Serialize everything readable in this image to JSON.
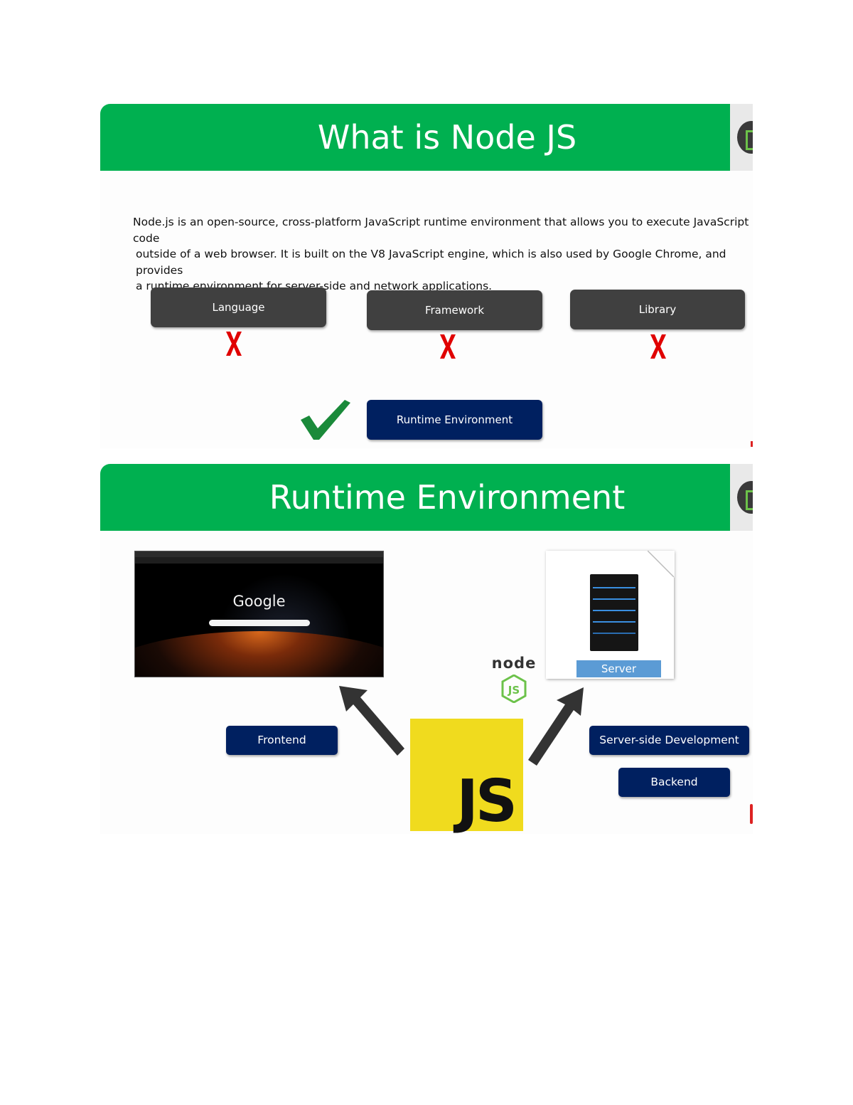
{
  "slide1": {
    "title": "What is Node JS",
    "description_lines": [
      "Node.js is an open-source, cross-platform JavaScript runtime environment that allows you to execute JavaScript code",
      "outside of a web browser. It is built on the V8 JavaScript engine, which is also used by Google Chrome, and provides",
      "a runtime environment for server-side and network applications."
    ],
    "options": [
      {
        "label": "Language",
        "mark": "x-mark-icon"
      },
      {
        "label": "Framework",
        "mark": "x-mark-icon"
      },
      {
        "label": "Library",
        "mark": "x-mark-icon"
      }
    ],
    "answer": {
      "label": "Runtime Environment",
      "mark": "check-mark-icon"
    }
  },
  "slide2": {
    "title": "Runtime Environment",
    "browser_logo_text": "Google",
    "server_label": "Server",
    "node_logo_text": "node",
    "node_badge_text": "JS",
    "js_logo_text": "JS",
    "frontend_label": "Frontend",
    "server_side_label": "Server-side Development",
    "backend_label": "Backend"
  },
  "colors": {
    "header_green": "#00b050",
    "navy": "#002060",
    "dark_gray": "#404040",
    "x_red": "#e00000",
    "check_green": "#1a8a3a",
    "js_yellow": "#f0db1e",
    "server_blue": "#5b9bd5"
  }
}
